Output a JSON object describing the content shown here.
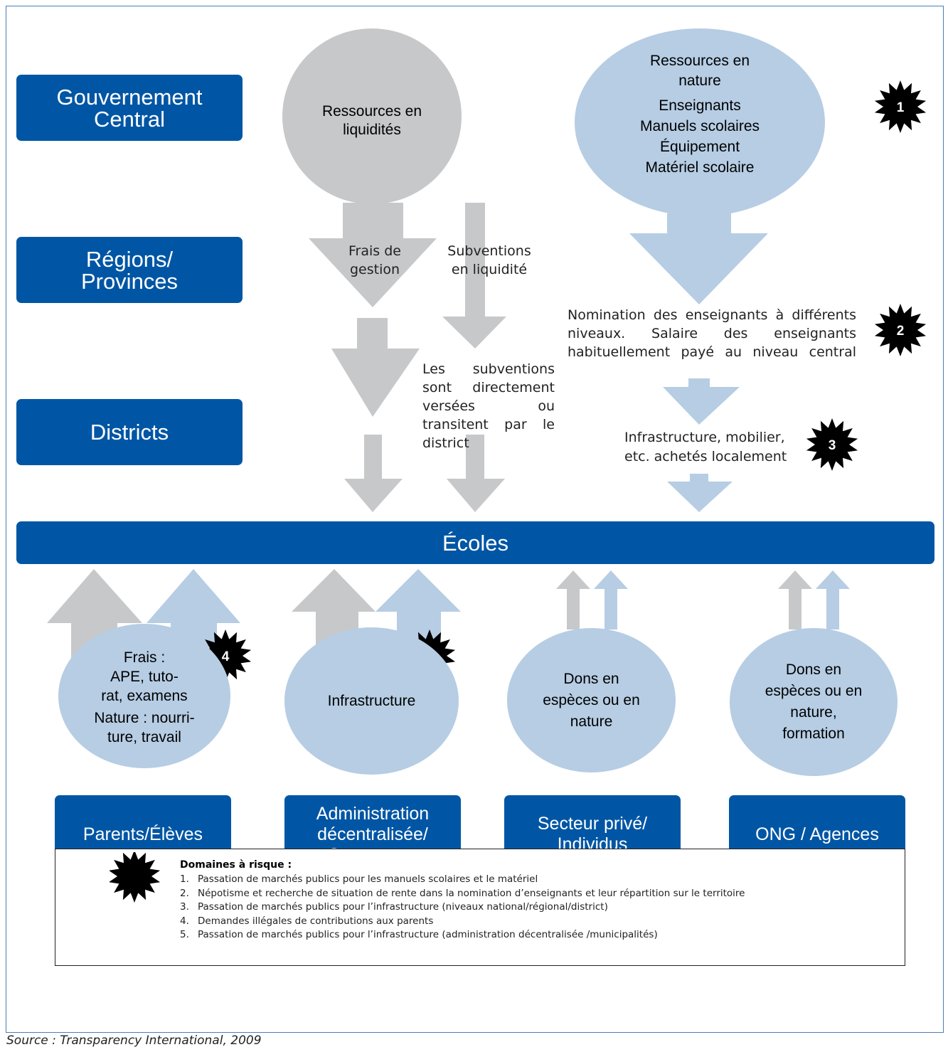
{
  "levels": {
    "central": "Gouvernement\nCentral",
    "regions": "Régions/\nProvinces",
    "districts": "Districts",
    "schools": "Écoles"
  },
  "top_resources": {
    "cash": "Ressources en\nliquidités",
    "kind_title": "Ressources en\nnature",
    "kind_items": [
      "Enseignants",
      "Manuels scolaires",
      "Équipement",
      "Matériel scolaire"
    ]
  },
  "flows": {
    "admin_fees": "Frais de\ngestion",
    "cash_grants": "Subventions\nen liquidité",
    "grants_note": "Les subventions sont directement versées ou transitent par le district",
    "teachers_note": "Nomination des enseignants à différents niveaux. Salaire des enseignants habituellement payé au niveau central",
    "local_purchase": "Infrastructure, mobilier,\netc. achetés localement"
  },
  "sources": [
    {
      "label": "Parents/Élèves"
    },
    {
      "label": "Administration\ndécentralisée/\nCommunes",
      "circle": "Infrastructure"
    },
    {
      "label": "Secteur privé/\nIndividus",
      "circle": "Dons en\nespèces ou en\nnature"
    },
    {
      "label": "ONG / Agences",
      "circle": "Dons en\nespèces ou en\nnature,\nformation"
    }
  ],
  "parents_circle": {
    "fees_label": "Frais :",
    "fees_text": "APE, tuto-\nrat, examens",
    "nature_label": "Nature :",
    "nature_text": "nourri-\nture, travail"
  },
  "risk_markers": [
    "1",
    "2",
    "3",
    "4",
    "5"
  ],
  "legend": {
    "title": "Domaines à risque :",
    "items": [
      "Passation de marchés publics pour les manuels scolaires et le matériel",
      "Népotisme et recherche de situation de rente dans la nomination d’enseignants et leur répartition sur le territoire",
      "Passation de marchés publics pour l’infrastructure (niveaux national/régional/district)",
      "Demandes illégales de contributions aux parents",
      "Passation de marchés publics pour l’infrastructure (administration décentralisée /municipalités)"
    ]
  },
  "source": "Source : Transparency International, 2009",
  "colors": {
    "dark_blue": "#0056a4",
    "light_blue": "#b6cde4",
    "gray": "#c7c8ca",
    "star": "#000000"
  }
}
